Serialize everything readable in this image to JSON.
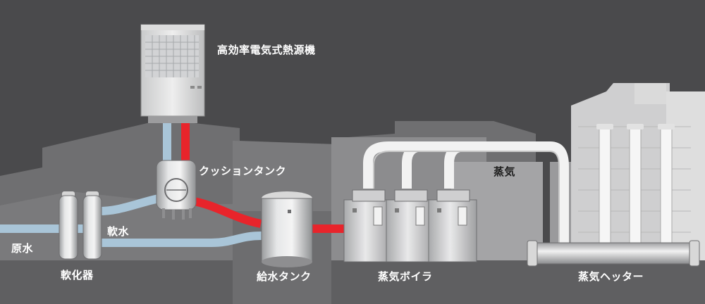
{
  "labels": {
    "heat_source": "高効率電気式熱源機",
    "cushion_tank": "クッションタンク",
    "soft_water": "軟水",
    "raw_water": "原水",
    "softener": "軟化器",
    "feed_tank": "給水タンク",
    "steam": "蒸気",
    "boiler": "蒸気ボイラ",
    "header": "蒸気ヘッター"
  },
  "colors": {
    "background": "#4a4a4c",
    "hot_pipe": "#e8242b",
    "water_pipe": "#a9c5d8",
    "steam_pipe": "#f5f5f5"
  }
}
